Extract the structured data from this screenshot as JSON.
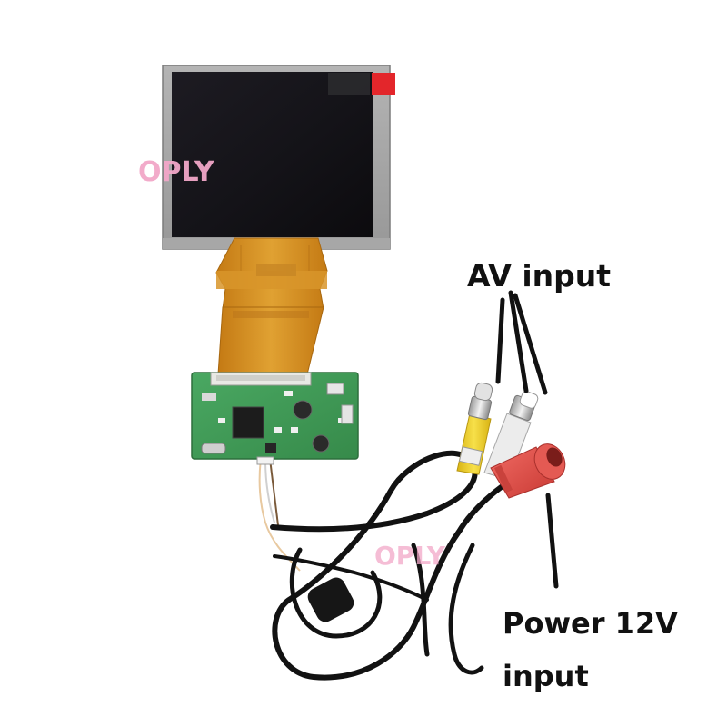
{
  "image": {
    "background": "#ffffff",
    "subject": "lcd-display-module-with-driver-board-and-cable"
  },
  "watermarks": [
    {
      "text": "OPLY",
      "color": "#f2a7c8"
    },
    {
      "text": "OPLY",
      "color": "#f2a7c8"
    }
  ],
  "labels": {
    "av_input": "AV input",
    "power_line1": "Power 12V",
    "power_line2": "input"
  },
  "colors": {
    "screen": "#141318",
    "bezel": "#a3a3a3",
    "flex_cable": "#d9901f",
    "pcb": "#3f9a55",
    "cable": "#121212",
    "rca_yellow": "#f2d12a",
    "rca_white": "#ececec",
    "dc_red": "#e0504a",
    "protective_tab": "#e3262b"
  }
}
